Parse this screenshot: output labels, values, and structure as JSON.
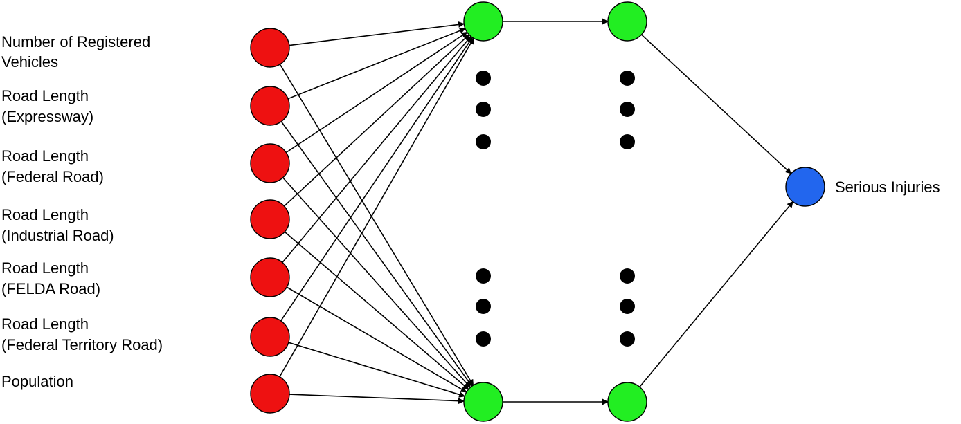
{
  "colors": {
    "input": "#ee1111",
    "hidden": "#22ee22",
    "output": "#2266ee",
    "edge": "#000000",
    "dots": "#000000"
  },
  "inputs": [
    {
      "line1": "Number of Registered",
      "line2": "Vehicles"
    },
    {
      "line1": "Road Length",
      "line2": "(Expressway)"
    },
    {
      "line1": "Road Length",
      "line2": "(Federal Road)"
    },
    {
      "line1": "Road Length",
      "line2": "(Industrial Road)"
    },
    {
      "line1": "Road Length",
      "line2": "(FELDA Road)"
    },
    {
      "line1": "Road Length",
      "line2": "(Federal Territory Road)"
    },
    {
      "line1": "Population",
      "line2": ""
    }
  ],
  "output": {
    "label": "Serious Injuries"
  }
}
